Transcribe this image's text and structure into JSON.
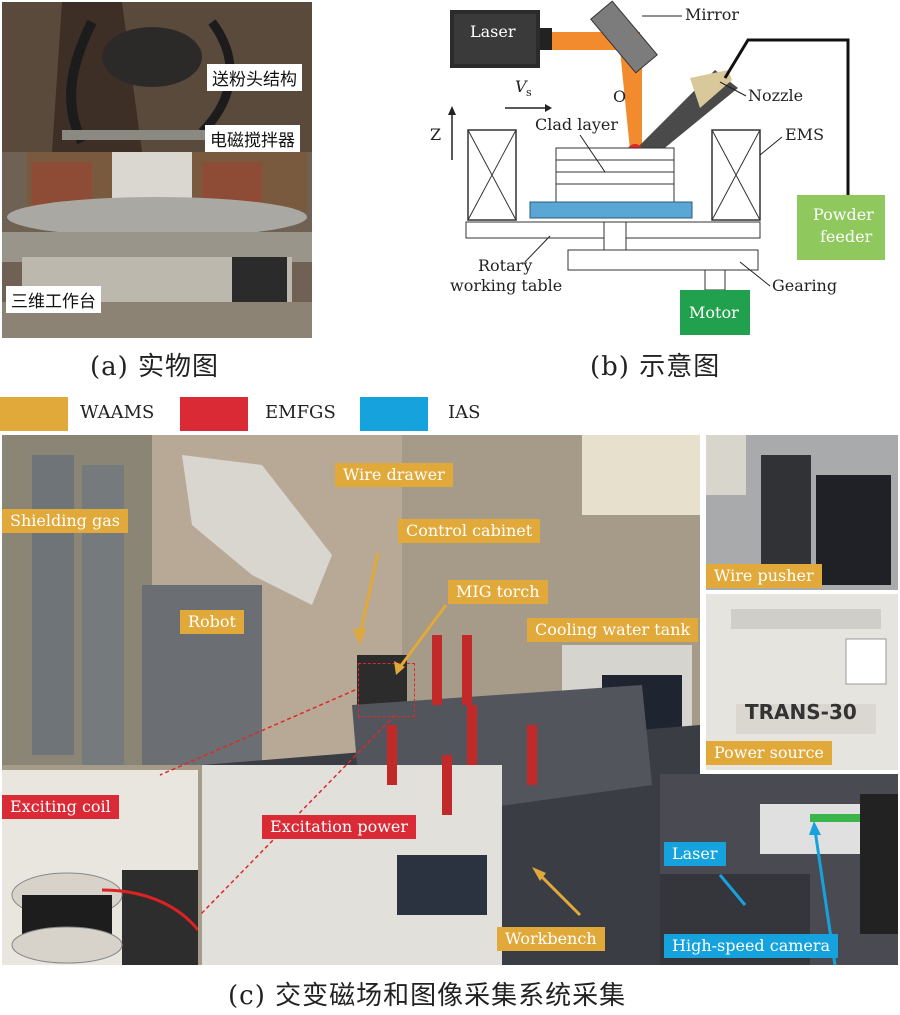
{
  "panel_a": {
    "labels": [
      "送粉头结构",
      "电磁搅拌器",
      "三维工作台"
    ],
    "caption": "(a) 实物图"
  },
  "panel_b": {
    "labels": {
      "laser": "Laser",
      "mirror": "Mirror",
      "vs_symbol": "V",
      "vs_sub": "s",
      "o": "O",
      "nozzle": "Nozzle",
      "z": "Z",
      "clad_layer": "Clad layer",
      "ems": "EMS",
      "powder_feeder_1": "Powder",
      "powder_feeder_2": "feeder",
      "rotary_1": "Rotary",
      "rotary_2": "working table",
      "gearing": "Gearing",
      "motor": "Motor"
    },
    "caption": "(b) 示意图"
  },
  "legend": [
    {
      "label": "WAAMS",
      "color": "#e1a83a"
    },
    {
      "label": "EMFGS",
      "color": "#d92a35"
    },
    {
      "label": "IAS",
      "color": "#16a3dd"
    }
  ],
  "panel_c": {
    "labels": {
      "shielding_gas": "Shielding gas",
      "wire_drawer": "Wire drawer",
      "control_cabinet": "Control cabinet",
      "robot": "Robot",
      "mig_torch": "MIG torch",
      "cooling_water_tank": "Cooling water tank",
      "wire_pusher": "Wire pusher",
      "power_source": "Power source",
      "trans": "TRANS-30",
      "exciting_coil": "Exciting coil",
      "excitation_power": "Excitation power",
      "workbench": "Workbench",
      "laser": "Laser",
      "high_speed_camera": "High-speed camera"
    },
    "caption": "(c) 交变磁场和图像采集系统采集"
  }
}
